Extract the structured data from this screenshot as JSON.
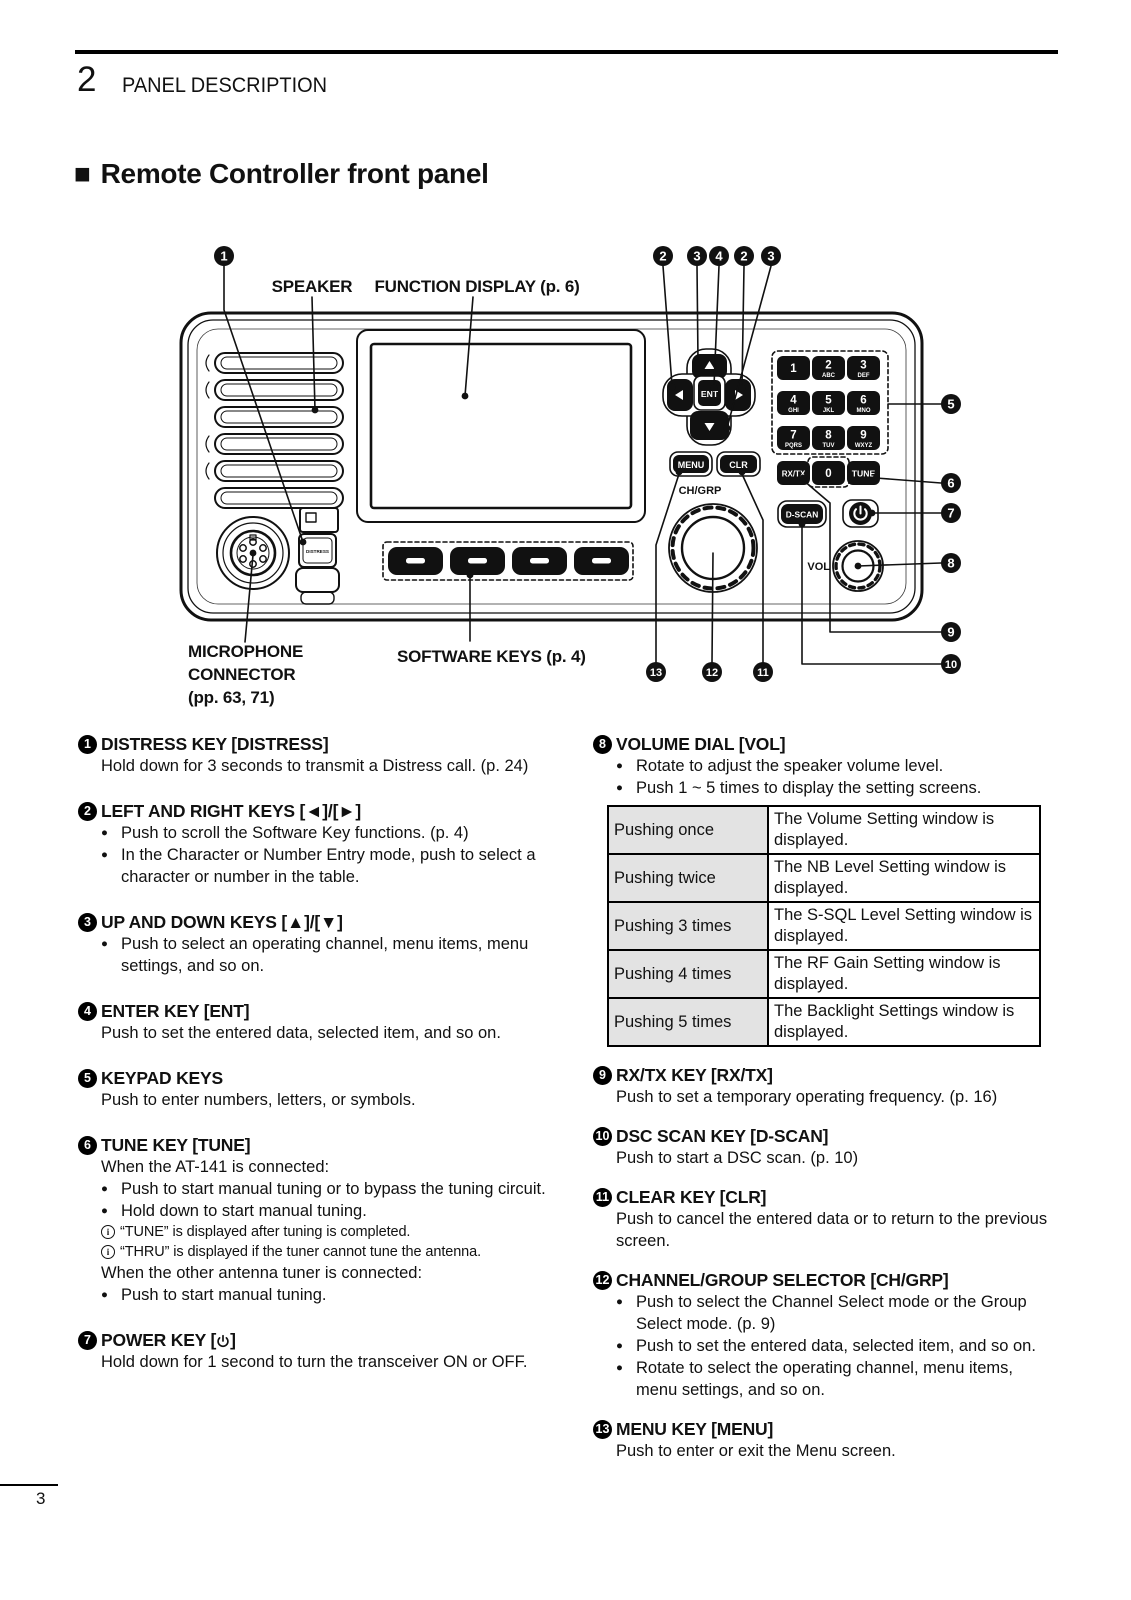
{
  "header": {
    "chapter_number": "2",
    "chapter_title": "PANEL DESCRIPTION"
  },
  "section": {
    "marker": "■",
    "title": "Remote Controller front panel"
  },
  "footer": {
    "page_number": "3"
  },
  "diagram": {
    "labels": {
      "speaker": "SPEAKER",
      "function_display": "FUNCTION DISPLAY (p. 6)",
      "software_keys": "SOFTWARE KEYS (p. 4)",
      "mic_line1": "MICROPHONE",
      "mic_line2": "CONNECTOR",
      "mic_line3": "(pp. 63, 71)"
    },
    "keys": {
      "ent": "ENT",
      "menu": "MENU",
      "clr": "CLR",
      "chgrp": "CH/GRP",
      "dscan": "D-SCAN",
      "rxtx": "RX/TX",
      "tune": "TUNE",
      "vol": "VOL",
      "zero": "0",
      "distress": "DISTRESS"
    },
    "keypad": [
      {
        "d": "1",
        "l": ""
      },
      {
        "d": "2",
        "l": "ABC"
      },
      {
        "d": "3",
        "l": "DEF"
      },
      {
        "d": "4",
        "l": "GHI"
      },
      {
        "d": "5",
        "l": "JKL"
      },
      {
        "d": "6",
        "l": "MNO"
      },
      {
        "d": "7",
        "l": "PQRS"
      },
      {
        "d": "8",
        "l": "TUV"
      },
      {
        "d": "9",
        "l": "WXYZ"
      }
    ],
    "callouts": {
      "c1": "1",
      "nav": [
        "2",
        "3",
        "4",
        "2",
        "3"
      ],
      "right": [
        "5",
        "6",
        "7",
        "8",
        "9",
        "10"
      ],
      "bottom": [
        "13",
        "12",
        "11"
      ]
    }
  },
  "left": [
    {
      "num": "1",
      "title": "DISTRESS KEY [DISTRESS]",
      "lines": [
        {
          "x": "Hold down for 3 seconds to transmit a Distress call. (p. 24)"
        }
      ]
    },
    {
      "num": "2",
      "title": "LEFT AND RIGHT KEYS [◄]/[►]",
      "lines": [
        {
          "x": "Push to scroll the Software Key functions. (p. 4)"
        },
        {
          "x": "In the Character or Number Entry mode, push to select a character or number in the table."
        }
      ]
    },
    {
      "num": "3",
      "title": "UP AND DOWN KEYS [▲]/[▼]",
      "lines": [
        {
          "x": "Push to select an operating channel, menu items, menu settings, and so on."
        }
      ]
    },
    {
      "num": "4",
      "title": "ENTER KEY [ENT]",
      "lines": [
        {
          "x": "Push to set the entered data, selected item, and so on."
        }
      ]
    },
    {
      "num": "5",
      "title": "KEYPAD KEYS",
      "lines": [
        {
          "x": "Push to enter numbers, letters, or symbols."
        }
      ]
    },
    {
      "num": "6",
      "title": "TUNE KEY [TUNE]",
      "lines": [
        {
          "x": "When the AT-141 is connected:"
        },
        {
          "x": "Push to start manual tuning or to bypass the tuning circuit."
        },
        {
          "x": "Hold down to start manual tuning."
        },
        {
          "x": "“TUNE” is displayed after tuning is completed."
        },
        {
          "x": "“THRU” is displayed if the tuner cannot tune the antenna."
        },
        {
          "x": "When the other antenna tuner is connected:"
        },
        {
          "x": "Push to start manual tuning."
        }
      ]
    },
    {
      "num": "7",
      "title_prefix": "POWER KEY [",
      "title_suffix": "]",
      "lines": [
        {
          "x": "Hold down for 1 second to turn the transceiver ON or OFF."
        }
      ]
    }
  ],
  "right": [
    {
      "num": "8",
      "title": "VOLUME DIAL [VOL]",
      "lines": [
        {
          "x": "Rotate to adjust the speaker volume level."
        },
        {
          "x": "Push 1 ~ 5 times to display the setting screens."
        }
      ],
      "table": {
        "rows": [
          [
            "Pushing once",
            "The Volume Setting window is displayed."
          ],
          [
            "Pushing twice",
            "The NB Level Setting window is displayed."
          ],
          [
            "Pushing 3 times",
            "The S-SQL Level Setting window is displayed."
          ],
          [
            "Pushing 4 times",
            "The RF Gain Setting window is displayed."
          ],
          [
            "Pushing 5 times",
            "The Backlight Settings window is displayed."
          ]
        ]
      }
    },
    {
      "num": "9",
      "title": "RX/TX KEY [RX/TX]",
      "lines": [
        {
          "x": "Push to set a temporary operating frequency. (p. 16)"
        }
      ]
    },
    {
      "num": "10",
      "title": "DSC SCAN KEY [D-SCAN]",
      "lines": [
        {
          "x": "Push to start a DSC scan. (p. 10)"
        }
      ]
    },
    {
      "num": "11",
      "title": "CLEAR KEY [CLR]",
      "lines": [
        {
          "x": "Push to cancel the entered data or to return to the previous screen."
        }
      ]
    },
    {
      "num": "12",
      "title": "CHANNEL/GROUP SELECTOR [CH/GRP]",
      "lines": [
        {
          "x": "Push to select the Channel Select mode or the Group Select mode. (p. 9)"
        },
        {
          "x": "Push to set the entered data, selected item, and so on."
        },
        {
          "x": "Rotate to select the operating channel, menu items, menu settings, and so on."
        }
      ]
    },
    {
      "num": "13",
      "title": "MENU KEY [MENU]",
      "lines": [
        {
          "x": "Push to enter or exit the Menu screen."
        }
      ]
    }
  ]
}
